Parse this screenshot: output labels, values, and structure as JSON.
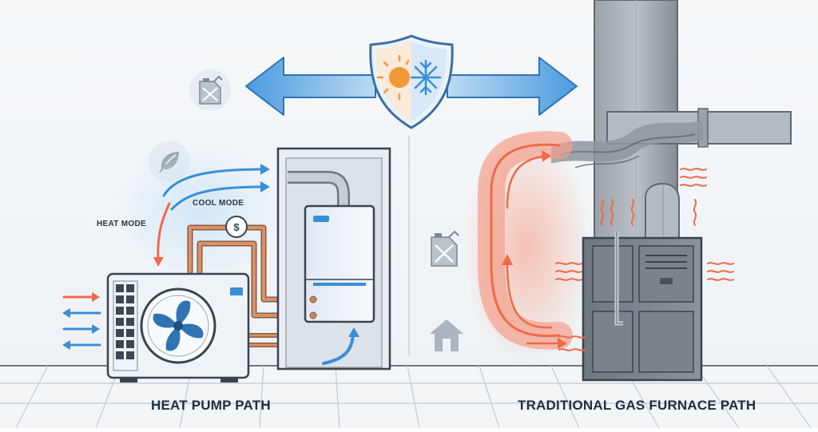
{
  "labels": {
    "cool_mode": "COOL MODE",
    "heat_mode": "HEAT MODE",
    "heat_pump_path": "HEAT PUMP PATH",
    "gas_furnace_path": "TRADITIONAL GAS FURNACE PATH",
    "dollar_sign": "$"
  },
  "colors": {
    "cool_blue": "#3b8ed6",
    "heat_orange": "#ef6a4a",
    "copper": "#c9825a",
    "gray_metal": "#8e969e",
    "outline": "#3a4450"
  },
  "icons": [
    "shield-sun-snowflake-icon",
    "gas-can-icon",
    "leaf-icon",
    "house-icon",
    "fan-icon",
    "gauge-icon",
    "heat-wave-icon",
    "arrow-left-icon",
    "arrow-right-icon"
  ]
}
